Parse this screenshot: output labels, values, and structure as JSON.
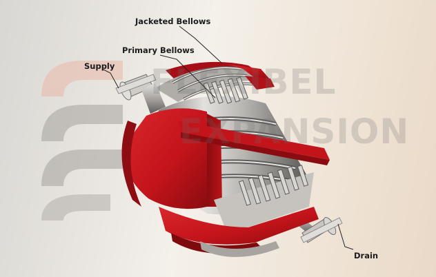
{
  "labels": {
    "jacketed_bellows": "Jacketed Bellows",
    "primary_bellows": "Primary Bellows",
    "supply": "Supply",
    "drain": "Drain"
  },
  "watermark": {
    "line1": "FLEXIBEL",
    "line2": "EXPANSION"
  },
  "colors": {
    "jacket_red": "#c4141b",
    "jacket_dark": "#8a0c10",
    "steel": "#b9b6b2",
    "steel_dark": "#6f6c69",
    "logo_red": "#e9b8a8",
    "logo_gray": "#9d9a97"
  }
}
